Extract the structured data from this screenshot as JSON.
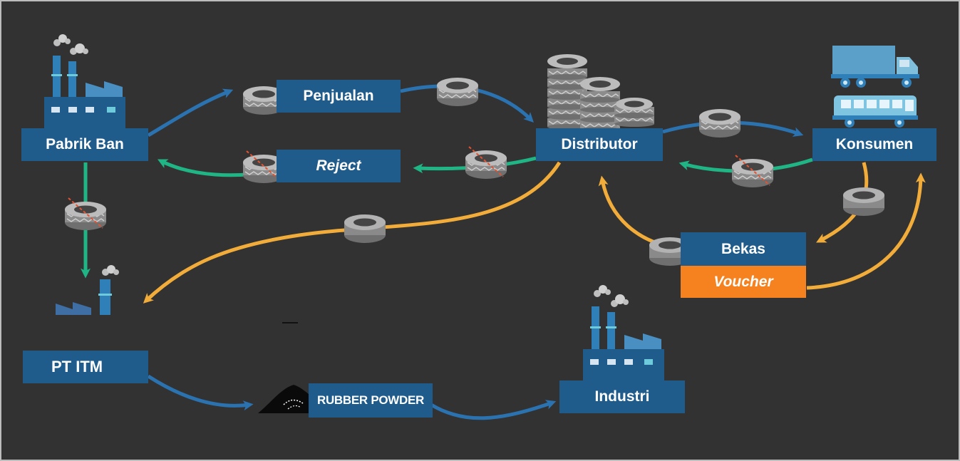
{
  "nodes": {
    "pabrik_ban": "Pabrik Ban",
    "penjualan": "Penjualan",
    "reject": "Reject",
    "distributor": "Distributor",
    "konsumen": "Konsumen",
    "bekas": "Bekas",
    "voucher": "Voucher",
    "pt_itm": "PT ITM",
    "rubber_powder": "RUBBER POWDER",
    "industri": "Industri"
  },
  "colors": {
    "background": "#323232",
    "box": "#1f5c8c",
    "voucher": "#f5821f",
    "arrow_blue": "#2b73b0",
    "arrow_green": "#1fb585",
    "arrow_yellow": "#f2ac3a",
    "reject_cross": "#e8502e"
  },
  "icons": [
    "factory-icon",
    "tire-icon",
    "tire-stack-icon",
    "truck-icon",
    "bus-icon",
    "rubber-powder-pile-icon"
  ]
}
